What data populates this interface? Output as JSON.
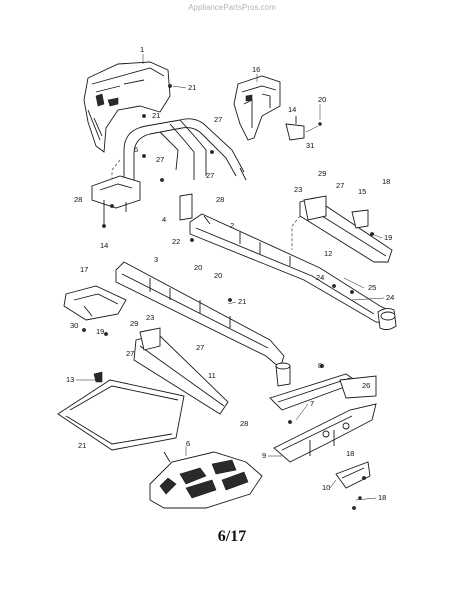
{
  "watermark": "AppliancePartsPros.com",
  "page_number": "6/17",
  "callouts": [
    "1",
    "21",
    "16",
    "20",
    "21",
    "27",
    "14",
    "31",
    "27",
    "27",
    "29",
    "23",
    "27",
    "15",
    "18",
    "28",
    "5",
    "28",
    "4",
    "2",
    "19",
    "22",
    "14",
    "12",
    "17",
    "3",
    "20",
    "20",
    "24",
    "25",
    "24",
    "21",
    "30",
    "19",
    "29",
    "23",
    "27",
    "27",
    "11",
    "13",
    "8",
    "26",
    "7",
    "28",
    "6",
    "9",
    "18",
    "10",
    "18"
  ]
}
